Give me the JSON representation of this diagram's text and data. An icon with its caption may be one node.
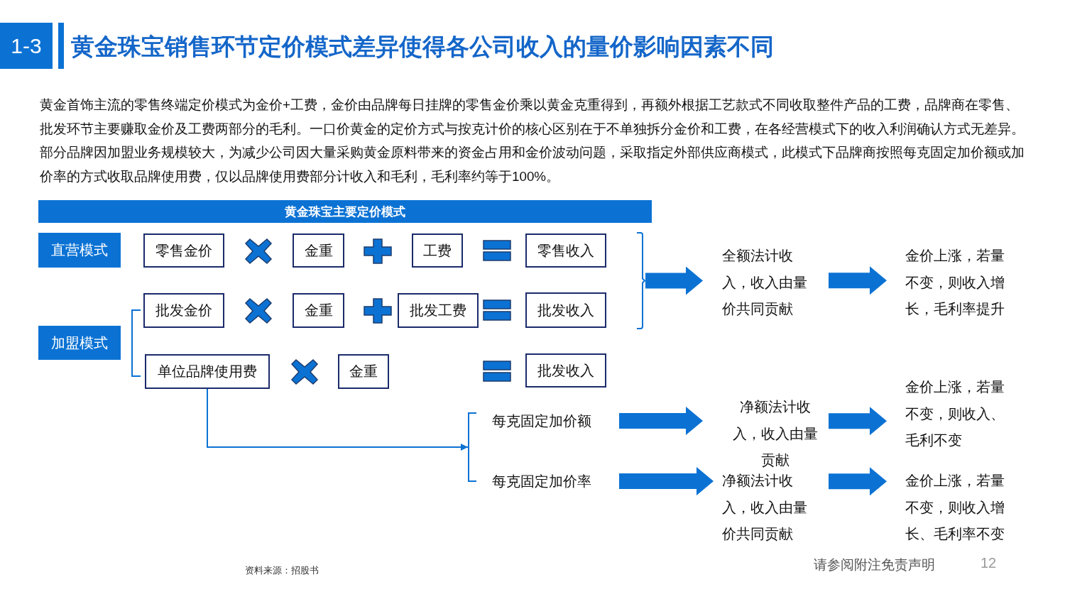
{
  "diagram": {
    "title": "黄金珠宝销售环节定价模式差异使得各公司收入的量价影响因素不同",
    "nodes": [
      {
        "text": [
          "1-3"
        ]
      },
      {
        "text": [
          "黄金珠宝主要定价模式"
        ]
      },
      {
        "text": [
          "直营模式"
        ]
      },
      {
        "text": [
          "零售金价"
        ]
      },
      {
        "text": [
          "金重"
        ]
      },
      {
        "text": [
          "工费"
        ]
      },
      {
        "text": [
          "零售收入"
        ]
      },
      {
        "text": [],
        "shape": "bracket"
      },
      {
        "text": [
          "全额法计收入，收入由量价共同贡献"
        ]
      },
      {
        "text": [
          "金价上涨，若量不变，则收入增长，毛利率提升"
        ]
      },
      {
        "text": [
          "加盟模式"
        ]
      },
      {
        "text": [
          "批发金价"
        ]
      },
      {
        "text": [
          "金重"
        ]
      },
      {
        "text": [
          "批发工费"
        ]
      },
      {
        "text": [
          "批发收入"
        ]
      },
      {
        "text": [
          "单位品牌使用费"
        ]
      },
      {
        "text": [
          "金重"
        ]
      },
      {
        "text": [
          "批发收入"
        ]
      },
      {
        "text": [],
        "shape": "bracket"
      },
      {
        "text": [
          "每克固定加价额"
        ]
      },
      {
        "text": [
          "净额法计收入，收入由量贡献"
        ]
      },
      {
        "text": [
          "金价上涨，若量不变，则收入、毛利不变"
        ]
      },
      {
        "text": [
          "每克固定加价率"
        ]
      },
      {
        "text": [
          "净额法计收入，收入由量价共同贡献"
        ]
      },
      {
        "text": [
          "金价上涨，若量不变，则收入增长、毛利率不变"
        ]
      }
    ],
    "edges": [
      {
        "from": 15,
        "to": 18,
        "arrow": "to"
      },
      {
        "from": 7,
        "to": 8,
        "arrow": "to"
      },
      {
        "from": 8,
        "to": 9,
        "arrow": "to"
      },
      {
        "from": 19,
        "to": 20,
        "arrow": "to"
      },
      {
        "from": 20,
        "to": 21,
        "arrow": "to"
      },
      {
        "from": 22,
        "to": 23,
        "arrow": "to"
      },
      {
        "from": 23,
        "to": 24,
        "arrow": "to"
      }
    ],
    "labels": [
      "黄金首饰主流的零售终端定价模式为金价+工费，金价由品牌每日挂牌的零售金价乘以黄金克重得到，再额外根据工艺款式不同收取整件产品的工费，品牌商在零售、批发环节主要赚取金价及工费两部分的毛利。一口价黄金的定价方式与按克计价的核心区别在于不单独拆分金价和工费，在各经营模式下的收入利润确认方式无差异。",
      "部分品牌因加盟业务规模较大，为减少公司因大量采购黄金原料带来的资金占用和金价波动问题，采取指定外部供应商模式，此模式下品牌商按照每克固定加价额或加价率的方式收取品牌使用费，仅以品牌使用费部分计收入和毛利，毛利率约等于100%。",
      "资料来源：招股书",
      "请参阅附注免责声明",
      "12"
    ]
  }
}
